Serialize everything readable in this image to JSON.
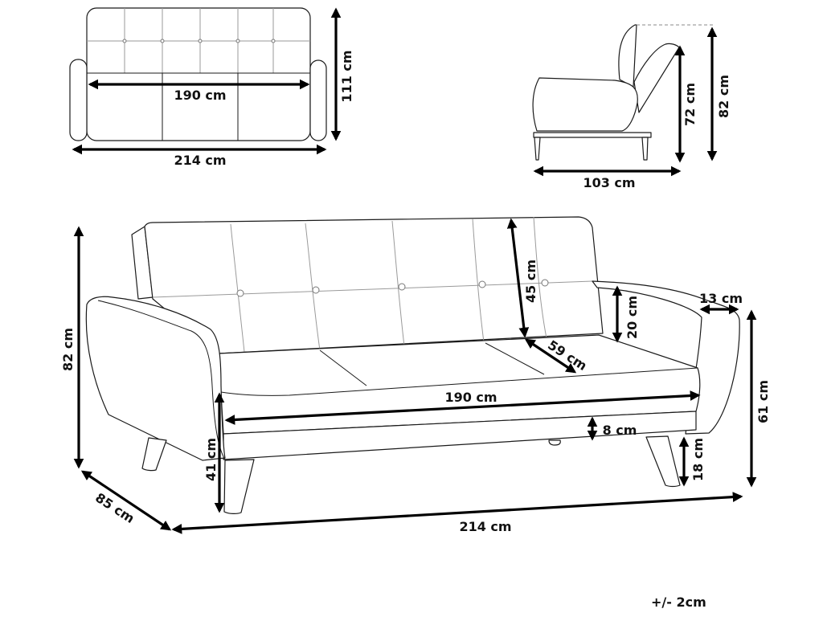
{
  "diagram": {
    "subject": "3-seater sofa bed dimensions",
    "unit": "cm",
    "views": {
      "top_view": {
        "seat_width_label": "190 cm",
        "total_width_label": "214 cm",
        "depth_flat_label": "111 cm"
      },
      "side_view": {
        "depth_label": "103 cm",
        "reclined_height_label": "72 cm",
        "total_height_label": "82 cm"
      },
      "perspective_view": {
        "total_height_label": "82 cm",
        "depth_label": "85 cm",
        "total_width_label": "214 cm",
        "seat_height_label": "41 cm",
        "seat_width_label": "190 cm",
        "backrest_height_label": "45 cm",
        "seat_depth_label": "59 cm",
        "armrest_height_label": "20 cm",
        "armrest_width_label": "13 cm",
        "arm_height_label": "61 cm",
        "cushion_thickness_label": "8 cm",
        "leg_height_label": "18 cm"
      }
    },
    "tolerance_label": "+/- 2cm"
  }
}
